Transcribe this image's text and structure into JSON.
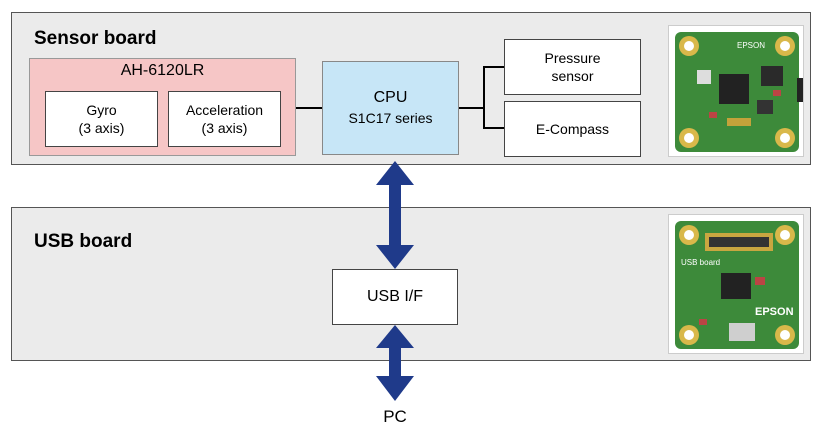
{
  "sensor_board": {
    "title": "Sensor board",
    "module": "AH-6120LR",
    "gyro": {
      "line1": "Gyro",
      "line2": "(3 axis)"
    },
    "accel": {
      "line1": "Acceleration",
      "line2": "(3 axis)"
    },
    "cpu": {
      "line1": "CPU",
      "line2": "S1C17 series"
    },
    "pressure": {
      "line1": "Pressure",
      "line2": "sensor"
    },
    "compass": "E-Compass",
    "photo_brand": "EPSON"
  },
  "usb_board": {
    "title": "USB board",
    "interface": "USB I/F",
    "photo_brand": "EPSON",
    "photo_label": "USB board"
  },
  "pc_label": "PC",
  "colors": {
    "panel": "#ebebeb",
    "module_fill": "#f6c6c6",
    "cpu_fill": "#c7e6f7",
    "arrow": "#1f3a8a",
    "pcb": "#3d8a3a"
  }
}
